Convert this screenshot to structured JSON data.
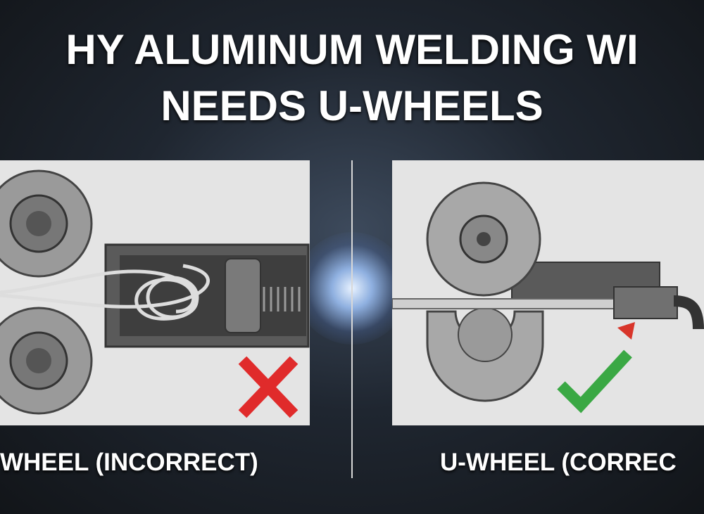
{
  "title": {
    "line1": "HY ALUMINUM WELDING WI",
    "line2": "NEEDS U-WHEELS"
  },
  "left_panel": {
    "label": "WHEEL (INCORRECT)",
    "mark_icon": "red-x-icon",
    "mark_color": "#e02b2b"
  },
  "right_panel": {
    "label": "U-WHEEL (CORREC",
    "mark_icon": "green-check-icon",
    "mark_color": "#3aa844"
  }
}
